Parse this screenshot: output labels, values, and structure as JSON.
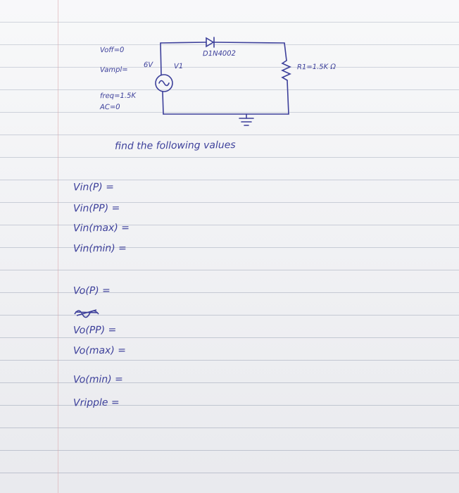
{
  "circuit": {
    "voff": "Voff=0",
    "vampl": "Vampl=",
    "vampl_value": "6V",
    "v1": "V1",
    "freq": "freq=1.5K",
    "ac": "AC=0",
    "diode": "D1N4002",
    "resistor": "R1=1.5K Ω"
  },
  "instruction": "find the following values",
  "questions": [
    "Vin(P) =",
    "Vin(PP) =",
    "Vin(max) =",
    "Vin(min) =",
    "Vo(P) =",
    "Vo(PP) =",
    "Vo(max) =",
    "Vo(min) =",
    "Vripple ="
  ],
  "ink_color": "#3c3f9a"
}
